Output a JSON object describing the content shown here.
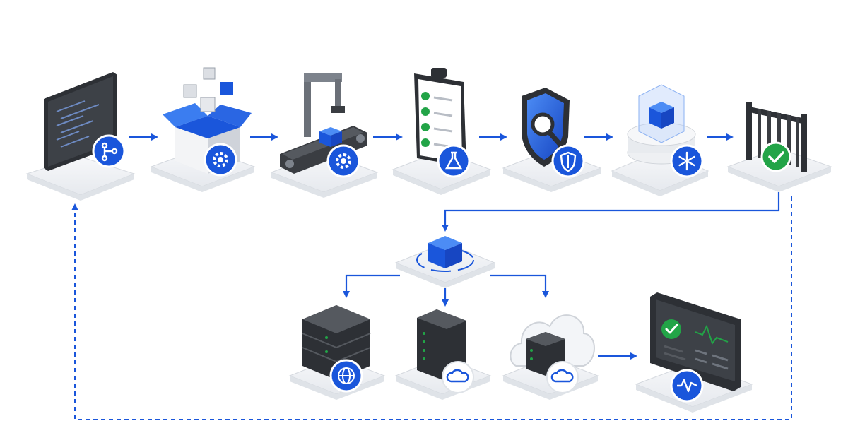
{
  "colors": {
    "accent": "#1a56db",
    "accent_light": "#3b7df0",
    "success": "#22a447",
    "dark_device": "#3a3d42",
    "platform": "#eef0f3",
    "platform_edge": "#cfd3d9",
    "background": "#ffffff"
  },
  "pipeline": {
    "stages": [
      {
        "id": "source-code",
        "icon": "code-editor-monitor-icon",
        "badge": "git-branch-icon"
      },
      {
        "id": "package",
        "icon": "open-box-with-cubes-icon",
        "badge": "gear-icon"
      },
      {
        "id": "build",
        "icon": "robotic-arm-conveyor-icon",
        "badge": "gear-icon"
      },
      {
        "id": "test",
        "icon": "clipboard-checklist-icon",
        "badge": "flask-icon"
      },
      {
        "id": "security-scan",
        "icon": "shield-magnifier-icon",
        "badge": "shield-icon"
      },
      {
        "id": "artifact-store",
        "icon": "cube-in-glass-case-icon",
        "badge": "snowflake-icon"
      },
      {
        "id": "approval-gate",
        "icon": "gate-icon",
        "badge": "checkmark-icon"
      }
    ],
    "distribution": {
      "id": "release-artifact",
      "icon": "blue-cube-icon"
    },
    "targets": [
      {
        "id": "web-servers",
        "icon": "server-rack-icon",
        "badge": "globe-icon"
      },
      {
        "id": "cloud-server",
        "icon": "tower-server-icon",
        "badge": "cloud-icon"
      },
      {
        "id": "cloud-hosting",
        "icon": "cloud-server-icon",
        "badge": "cloud-icon"
      }
    ],
    "monitor": {
      "id": "monitoring",
      "icon": "dashboard-monitor-icon",
      "badge": "pulse-icon"
    },
    "feedback_loop": {
      "style": "dashed"
    }
  }
}
